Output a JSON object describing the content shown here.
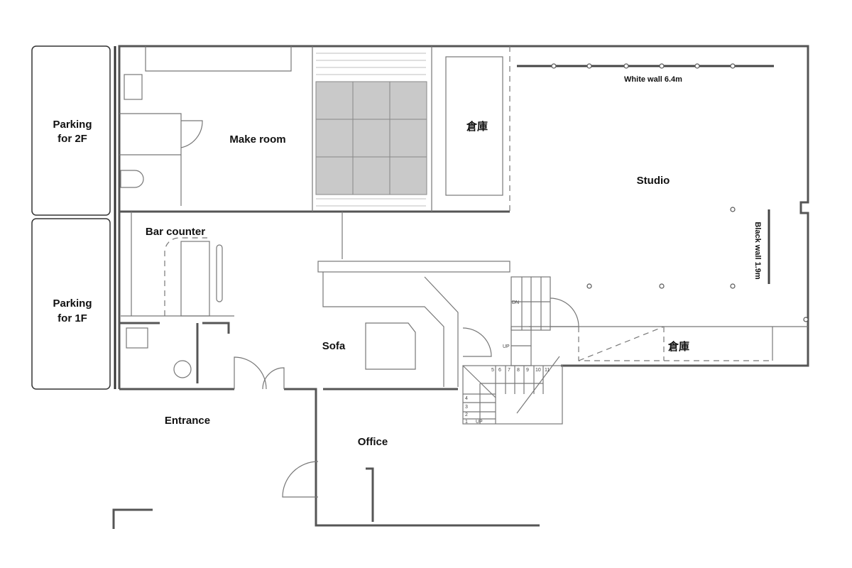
{
  "plan": {
    "parking_2f": {
      "line1": "Parking",
      "line2": "for 2F"
    },
    "parking_1f": {
      "line1": "Parking",
      "line2": "for 1F"
    },
    "make_room": "Make room",
    "storage_upper": "倉庫",
    "studio": "Studio",
    "white_wall": "White wall 6.4m",
    "black_wall": "Black wall 1.9m",
    "bar_counter": "Bar counter",
    "sofa": "Sofa",
    "entrance": "Entrance",
    "office": "Office",
    "storage_lower": "倉庫",
    "stairs": {
      "dn": "DN",
      "up_upper": "UP",
      "up_lower": "UP",
      "steps": [
        "1",
        "2",
        "3",
        "4",
        "5",
        "6",
        "7",
        "8",
        "9",
        "10",
        "11"
      ]
    }
  }
}
